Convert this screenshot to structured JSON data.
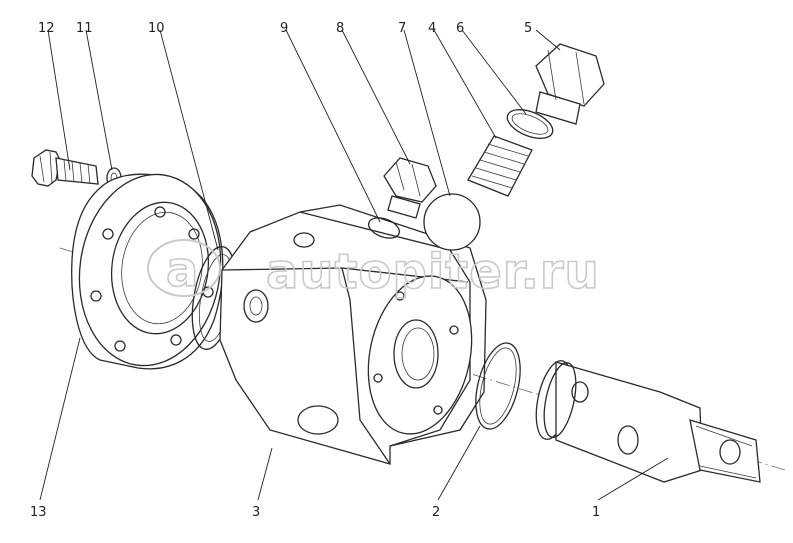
{
  "callouts": [
    {
      "key": "12",
      "label": "12"
    },
    {
      "key": "11",
      "label": "11"
    },
    {
      "key": "10",
      "label": "10"
    },
    {
      "key": "9",
      "label": "9"
    },
    {
      "key": "8",
      "label": "8"
    },
    {
      "key": "7",
      "label": "7"
    },
    {
      "key": "4",
      "label": "4"
    },
    {
      "key": "6",
      "label": "6"
    },
    {
      "key": "5",
      "label": "5"
    },
    {
      "key": "13",
      "label": "13"
    },
    {
      "key": "3",
      "label": "3"
    },
    {
      "key": "2",
      "label": "2"
    },
    {
      "key": "1",
      "label": "1"
    }
  ],
  "watermark": {
    "text": "autopiter.ru",
    "logo_letter": "a"
  }
}
